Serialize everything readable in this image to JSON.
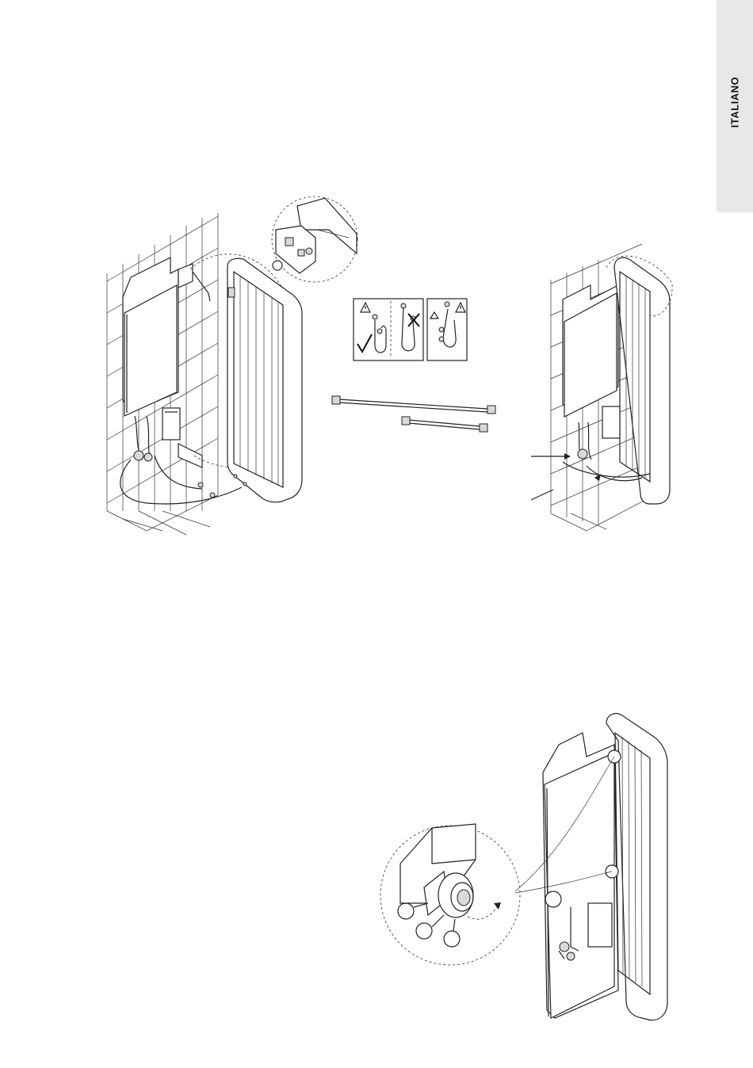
{
  "language_tab": {
    "label": "ITALIANO"
  },
  "colors": {
    "tab_background": "#e8e8e8",
    "ink": "#1a1a1a"
  },
  "figures": [
    {
      "name": "radiator-hang-on-wall"
    },
    {
      "name": "hose-warning-icons"
    },
    {
      "name": "flexible-hoses"
    },
    {
      "name": "radiator-connected-on-wall"
    },
    {
      "name": "nut-tightening-detail"
    }
  ]
}
